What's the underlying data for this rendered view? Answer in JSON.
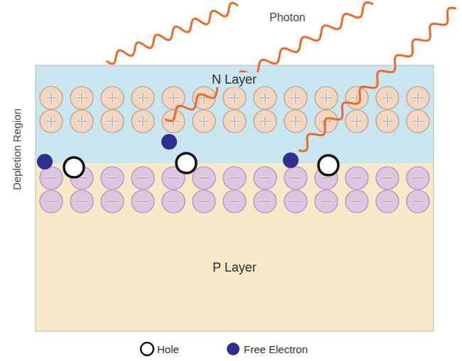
{
  "diagram": {
    "nodes": [
      {
        "text": [
          "N Layer"
        ]
      },
      {
        "text": [
          "P Layer"
        ]
      }
    ],
    "labels": [
      "Photon",
      "Depletion Region"
    ],
    "legend": [
      {
        "text": "Hole"
      },
      {
        "text": "Free Electron",
        "color": "#2f2f8f"
      }
    ]
  }
}
